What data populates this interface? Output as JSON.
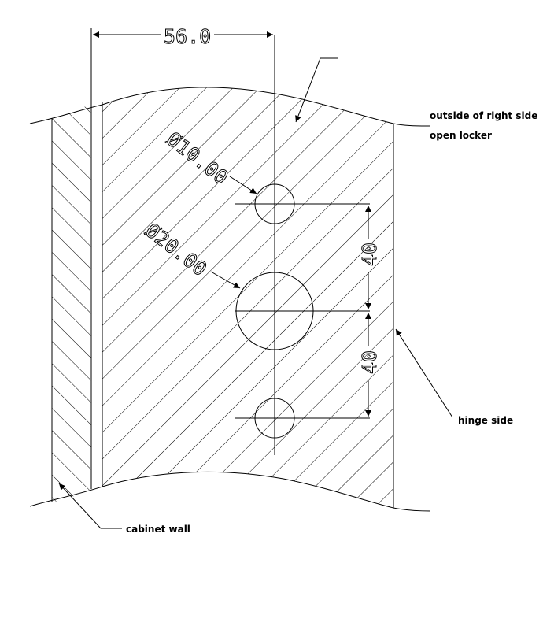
{
  "annotations": {
    "outside_label_line1": "outside of right side",
    "outside_label_line2": "open locker",
    "hinge_label": "hinge side",
    "cabinet_label": "cabinet wall"
  },
  "dimensions": {
    "width_offset": "56.0",
    "small_hole_diameter": "Ø10.00",
    "large_hole_diameter": "Ø20.00",
    "upper_spacing": "40",
    "lower_spacing": "40"
  }
}
